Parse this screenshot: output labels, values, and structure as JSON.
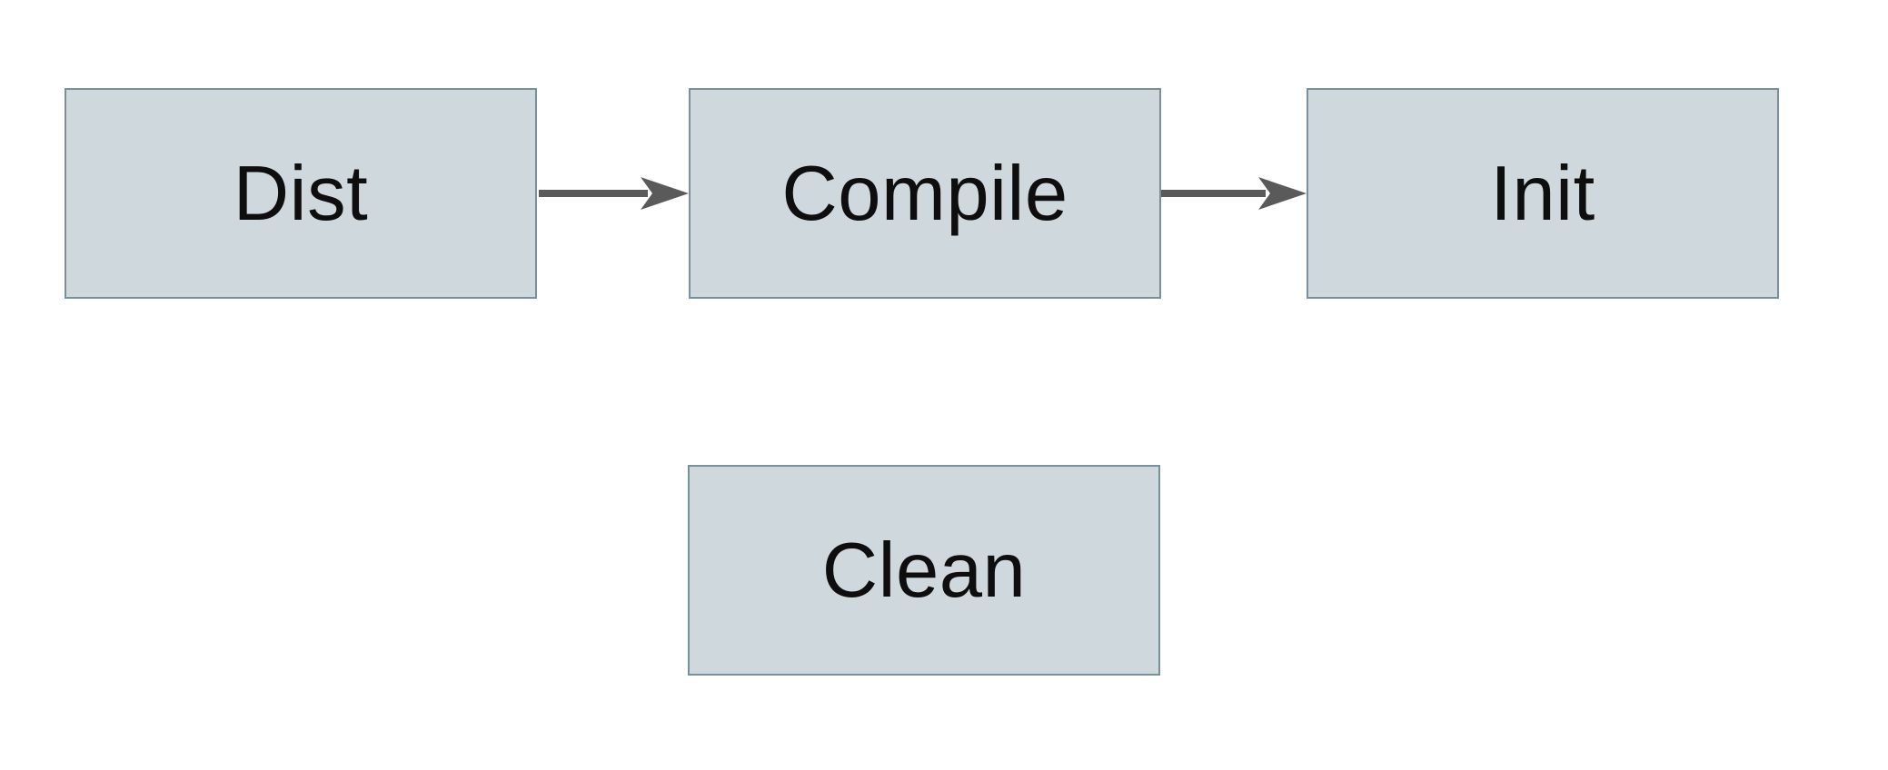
{
  "diagram": {
    "nodes": [
      {
        "id": "dist",
        "label": "Dist"
      },
      {
        "id": "compile",
        "label": "Compile"
      },
      {
        "id": "init",
        "label": "Init"
      },
      {
        "id": "clean",
        "label": "Clean"
      }
    ],
    "edges": [
      {
        "from": "Dist",
        "to": "Compile",
        "direction": "right"
      },
      {
        "from": "Compile",
        "to": "Init",
        "direction": "right"
      }
    ],
    "colors": {
      "background": "#FFFFFF",
      "node_fill": "#CFD8DC",
      "node_border": "#78909C",
      "arrow": "#5A5A5A",
      "text": "#0E0E0E"
    }
  }
}
